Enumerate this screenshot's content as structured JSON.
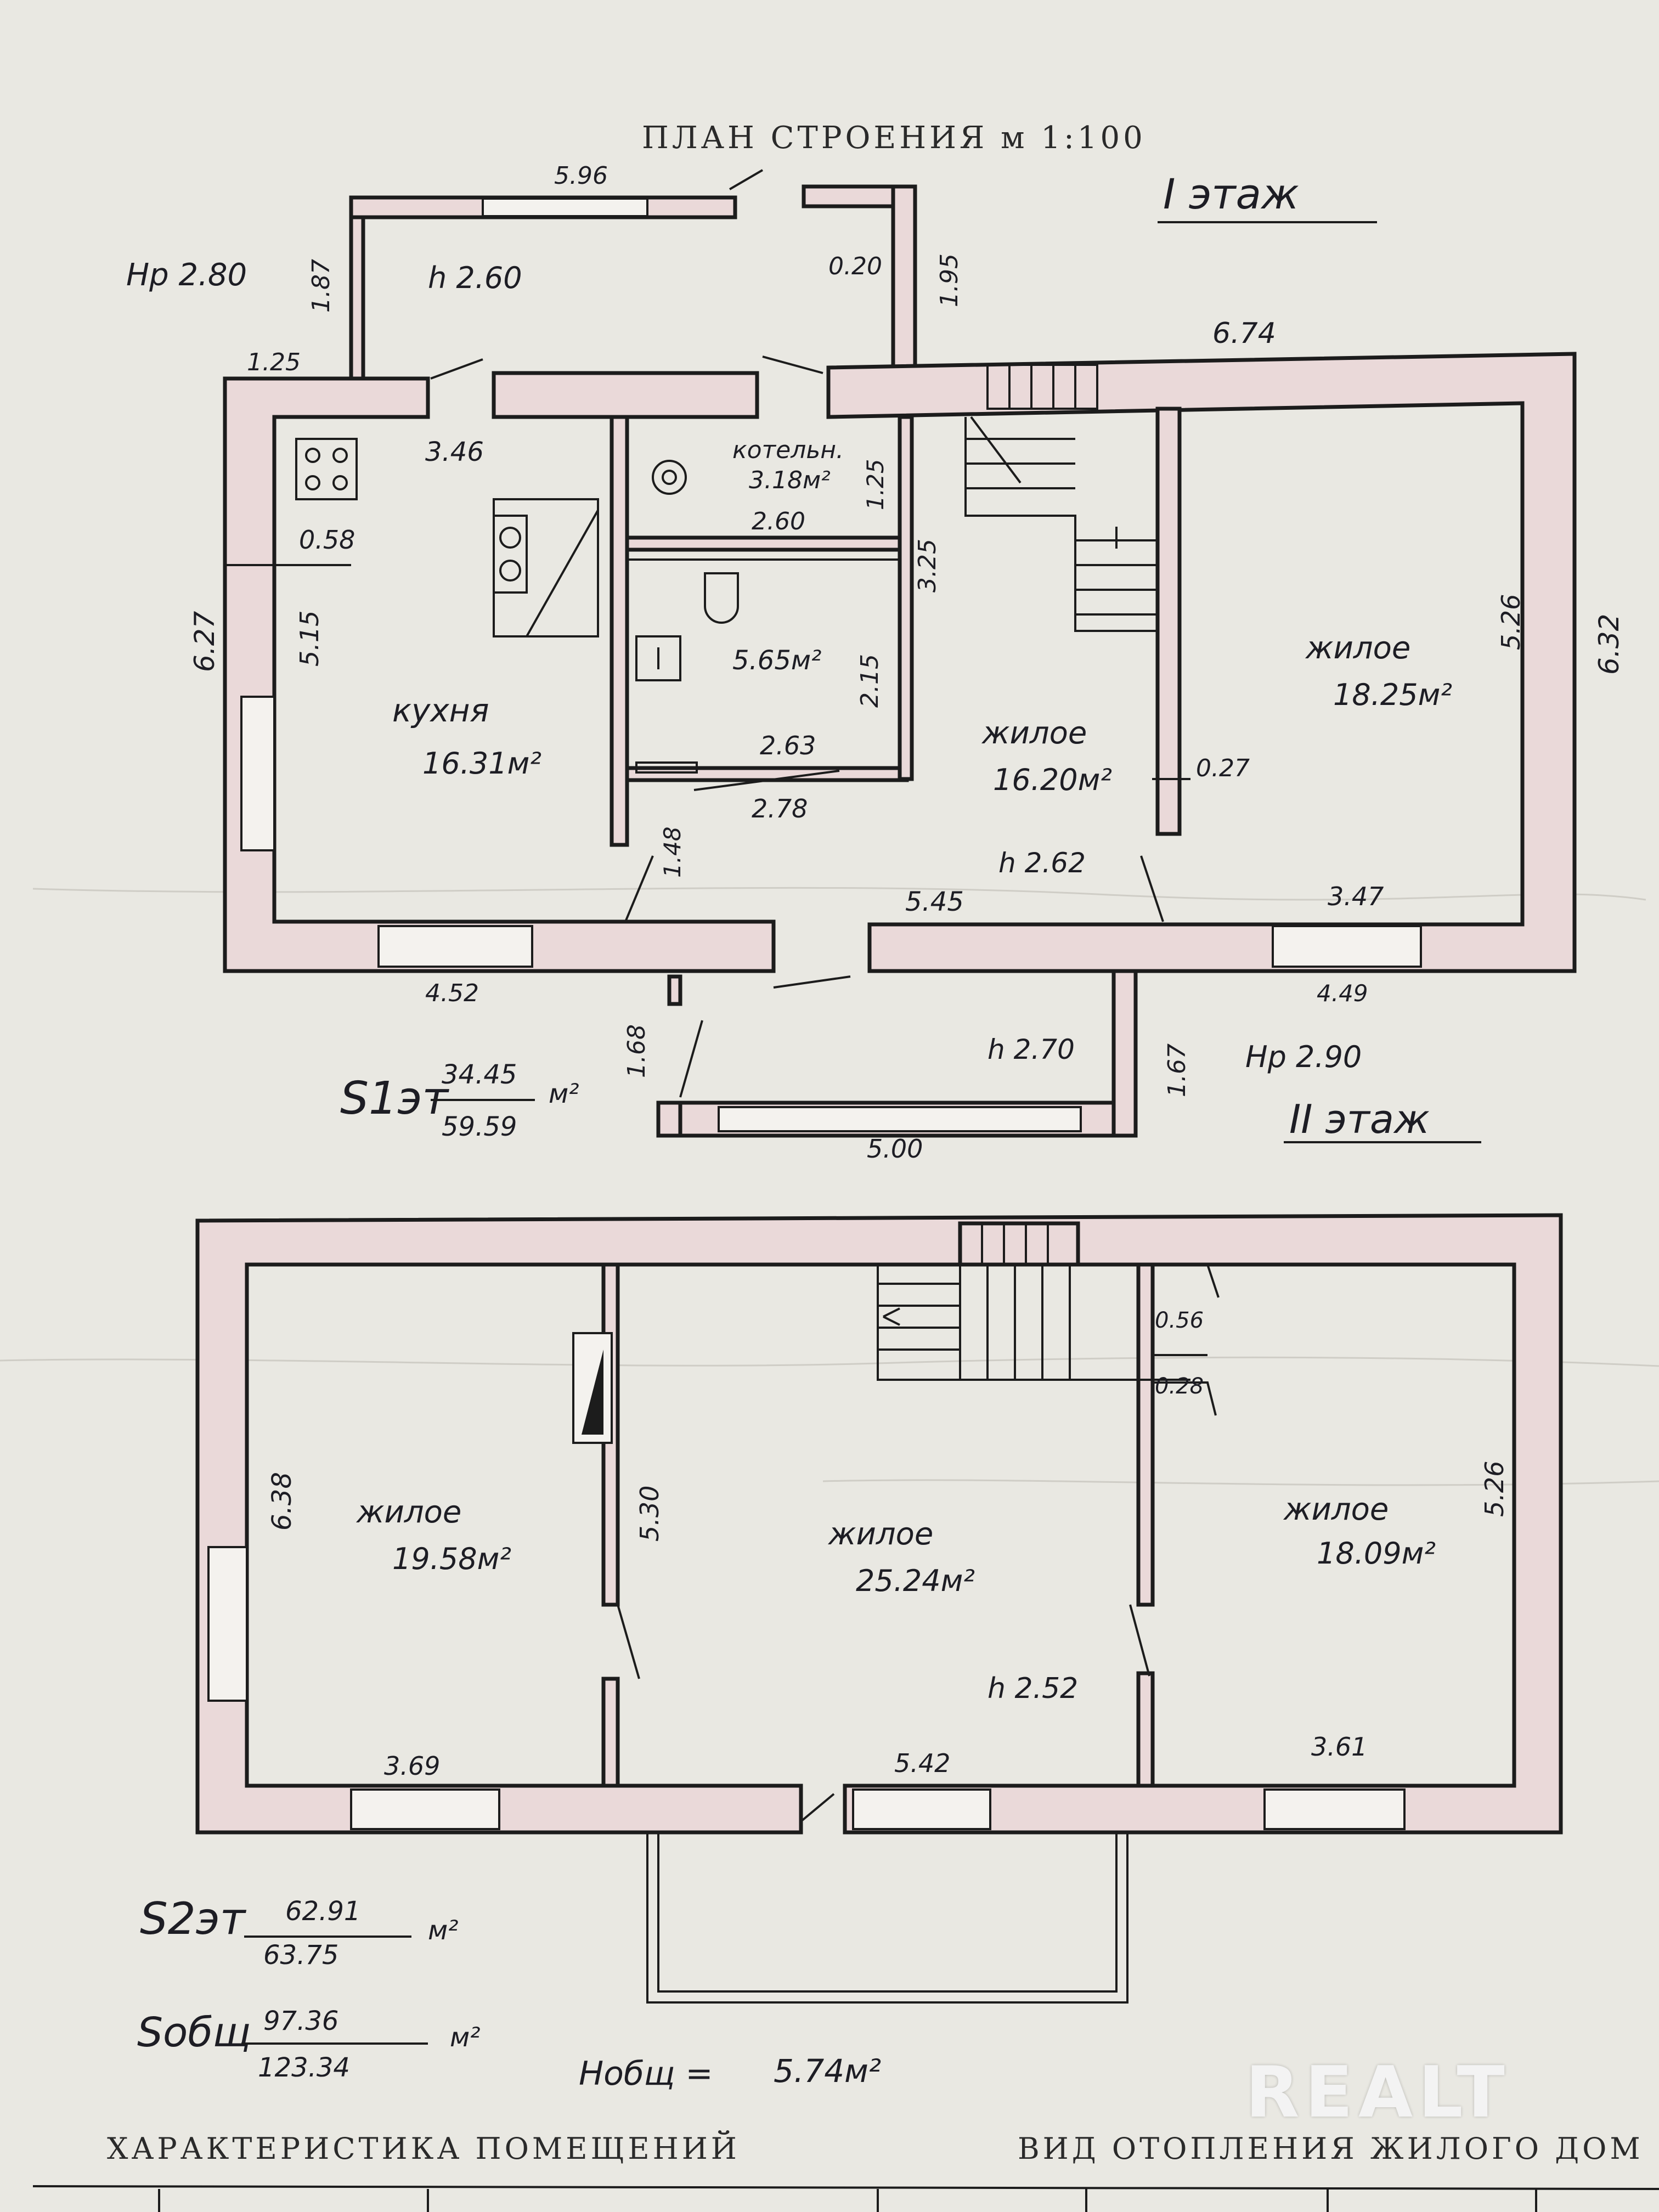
{
  "title": "ПЛАН СТРОЕНИЯ м 1:100",
  "floor1": {
    "label": "I этаж",
    "outside_height": "Нр 2.80",
    "dimensions": {
      "veranda_width": "5.96",
      "veranda_depth": "1.87",
      "veranda_height": "h 2.60",
      "veranda_wall": "0.20",
      "veranda_side": "1.95",
      "offset": "1.25",
      "house_width": "6.74",
      "kitchen_width": "3.46",
      "wall_thickness": "0.58",
      "kitchen_outer": "6.27",
      "kitchen_depth": "5.15",
      "boiler_width": "2.60",
      "boiler_depth": "1.25",
      "hall_depth": "3.25",
      "bath_depth": "2.15",
      "bath_width1": "2.63",
      "bath_width2": "2.78",
      "door_offset": "1.48",
      "living2_depth": "5.26",
      "house_depth": "6.32",
      "partition": "0.27",
      "kitchen_bottom": "4.52",
      "living1_bottom": "5.45",
      "living2_width": "3.47",
      "living2_bottom": "4.49",
      "height": "h 2.62",
      "porch_left": "1.68",
      "porch_right": "1.67",
      "porch_width": "5.00",
      "porch_height": "h 2.70",
      "outside_height2": "Нр 2.90"
    },
    "rooms": {
      "kitchen": {
        "name": "кухня",
        "area": "16.31м²"
      },
      "boiler": {
        "name": "котельн.",
        "area": "3.18м²"
      },
      "bath": {
        "area": "5.65м²"
      },
      "living1": {
        "name": "жилое",
        "area": "16.20м²"
      },
      "living2": {
        "name": "жилое",
        "area": "18.25м²"
      }
    },
    "area_label": "S1эт",
    "area_num": "34.45",
    "area_den": "59.59",
    "area_unit": "м²"
  },
  "floor2": {
    "label": "II этаж",
    "dimensions": {
      "left_depth": "6.38",
      "mid_wall": "5.30",
      "stair1": "0.56",
      "stair2": "0.28",
      "right_depth": "5.26",
      "left_width": "3.69",
      "mid_width": "5.42",
      "right_width": "3.61",
      "height": "h 2.52"
    },
    "rooms": {
      "left": {
        "name": "жилое",
        "area": "19.58м²"
      },
      "mid": {
        "name": "жилое",
        "area": "25.24м²"
      },
      "right": {
        "name": "жилое",
        "area": "18.09м²"
      }
    },
    "area_label": "S2эт",
    "area_num": "62.91",
    "area_den": "63.75",
    "area_unit": "м²"
  },
  "totals": {
    "area_label": "Sобщ",
    "area_num": "97.36",
    "area_den": "123.34",
    "area_unit": "м²",
    "h_label": "Нобщ =",
    "h_value": "5.74м²"
  },
  "footer": {
    "left": "ХАРАКТЕРИСТИКА ПОМЕЩЕНИЙ",
    "right": "ВИД ОТОПЛЕНИЯ ЖИЛОГО ДОМ"
  },
  "watermark": "REALT",
  "colors": {
    "wall_fill": "#ead9d9",
    "ink": "#1c1c1c",
    "paper": "#e9e8e2"
  }
}
